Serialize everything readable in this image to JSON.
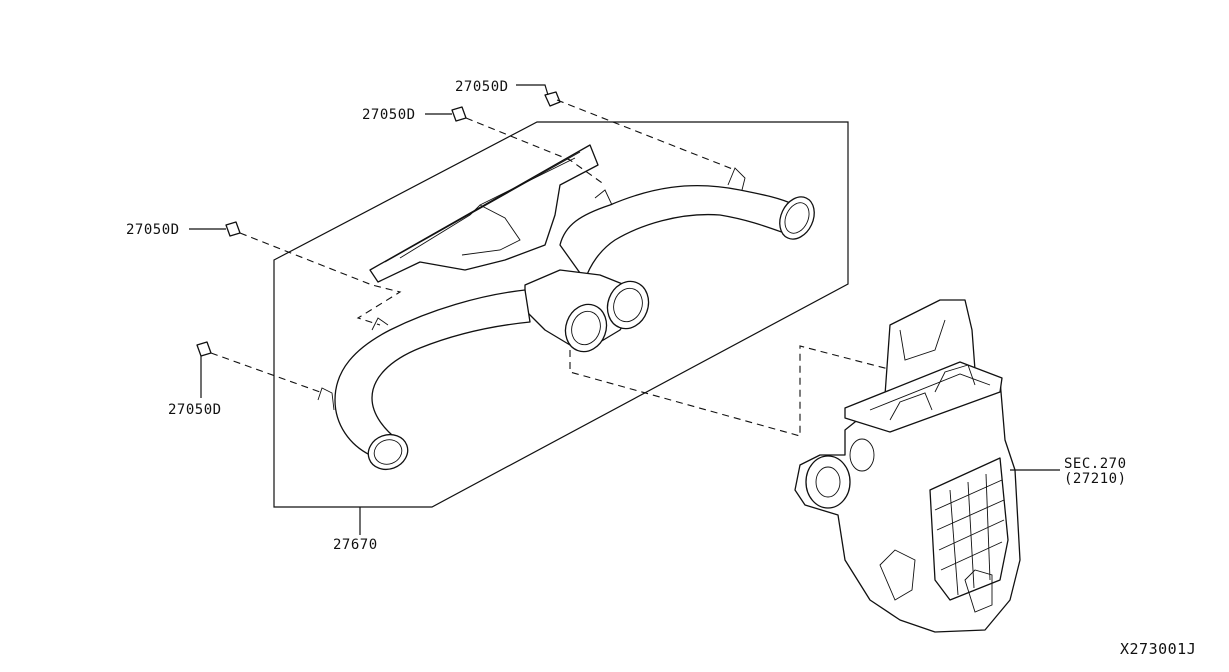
{
  "diagram": {
    "labels": {
      "clip_top": "27050D",
      "clip_upper": "27050D",
      "clip_left": "27050D",
      "clip_lower": "27050D",
      "duct_assembly": "27670",
      "heater_section": "SEC.270",
      "heater_part": "(27210)",
      "diagram_code": "X273001J"
    }
  }
}
